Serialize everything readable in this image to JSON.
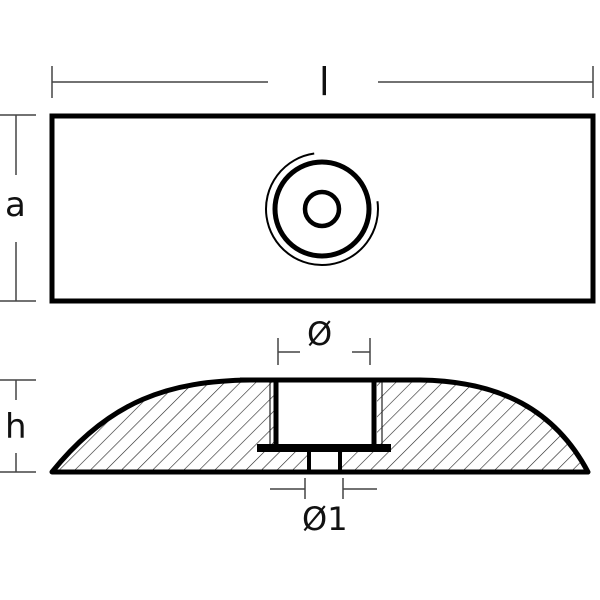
{
  "diagram": {
    "type": "technical-drawing",
    "subject": "anode plate with countersunk bolt hole",
    "views": [
      {
        "name": "top-view",
        "shape": "rectangle with concentric hole"
      },
      {
        "name": "side-section-view",
        "shape": "domed profile with hatched section and stepped bore"
      }
    ],
    "dimensions": {
      "length": {
        "label": "l",
        "view": "top-view",
        "orientation": "horizontal"
      },
      "width": {
        "label": "a",
        "view": "top-view",
        "orientation": "vertical"
      },
      "height": {
        "label": "h",
        "view": "side-section-view",
        "orientation": "vertical"
      },
      "bore_diameter": {
        "label": "Ø",
        "view": "side-section-view",
        "orientation": "horizontal"
      },
      "hole_diameter": {
        "label": "Ø1",
        "view": "side-section-view",
        "orientation": "horizontal"
      }
    }
  },
  "colors": {
    "stroke": "#000000",
    "dimension_line": "#333333",
    "hatch": "#222222",
    "background": "#ffffff"
  }
}
